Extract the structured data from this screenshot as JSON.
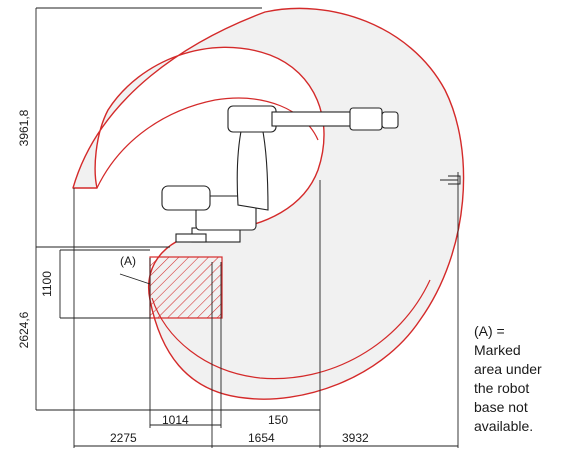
{
  "dimensions": {
    "height_top": "3961,8",
    "height_bottom": "2624,6",
    "height_small": "1100",
    "width_left": "2275",
    "width_1014": "1014",
    "width_150": "150",
    "width_1654": "1654",
    "width_3932": "3932"
  },
  "callout_label": "(A)",
  "note_lines": [
    "(A) =",
    "Marked",
    "area under",
    "the robot",
    "base not",
    "available."
  ],
  "colors": {
    "envelope_stroke": "#d42a2a",
    "envelope_fill": "#f1f1f1",
    "lines": "#222222"
  }
}
